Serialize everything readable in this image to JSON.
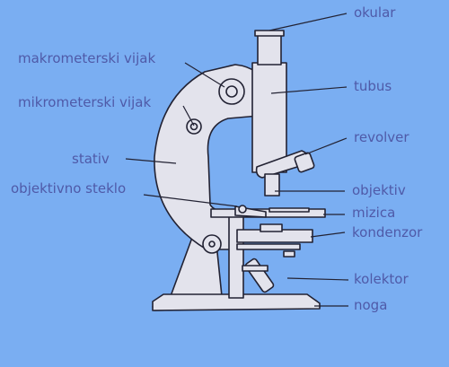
{
  "colors": {
    "background": "#7aaef2",
    "label_text": "#4f5aa8",
    "part_fill": "#e3e3ec",
    "outline": "#222233"
  },
  "labels": {
    "okular": "okular",
    "makrometerski_vijak": "makrometerski vijak",
    "tubus": "tubus",
    "mikrometerski_vijak": "mikrometerski vijak",
    "revolver": "revolver",
    "stativ": "stativ",
    "objektivno_steklo": "objektivno steklo",
    "objektiv": "objektiv",
    "mizica": "mizica",
    "kondenzor": "kondenzor",
    "kolektor": "kolektor",
    "noga": "noga"
  }
}
